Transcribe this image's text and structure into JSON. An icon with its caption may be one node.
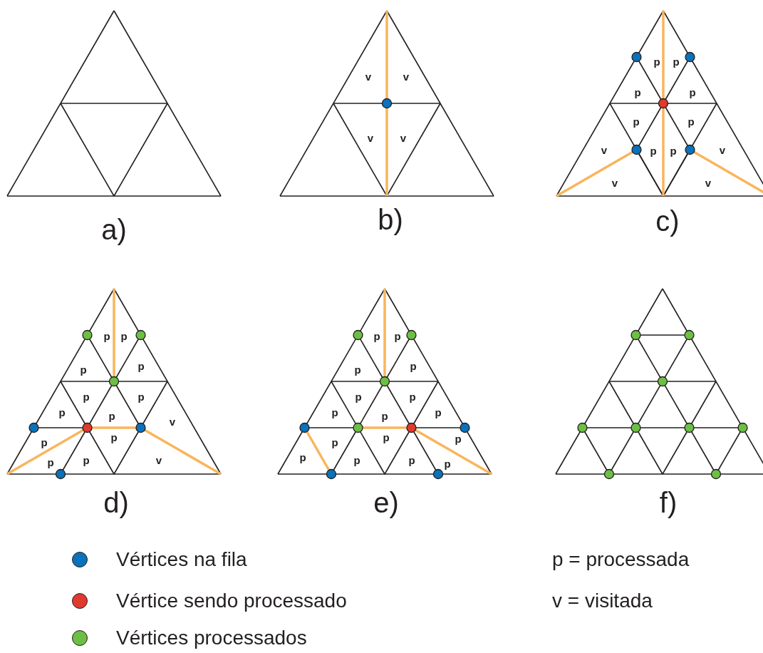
{
  "diagram": {
    "labels": [
      "v",
      "v",
      "v",
      "v",
      "p",
      "p",
      "p",
      "p",
      "p",
      "p",
      "v",
      "p",
      "p",
      "v",
      "v",
      "v",
      "a)",
      "b)",
      "c)",
      "p",
      "p",
      "p",
      "p",
      "p",
      "p",
      "p",
      "p",
      "v",
      "p",
      "p",
      "p",
      "p",
      "v",
      "p",
      "p",
      "p",
      "p",
      "p",
      "p",
      "p",
      "p",
      "p",
      "p",
      "p",
      "p",
      "p",
      "p",
      "p",
      "p",
      "d)",
      "e)",
      "f)",
      "p = processada",
      "v = visitada"
    ],
    "legend": [
      {
        "text": "Vértices na fila",
        "color": "#0a72ba"
      },
      {
        "text": "Vértice sendo processado",
        "color": "#e03a2e"
      },
      {
        "text": "Vértices processados",
        "color": "#6cbf44"
      }
    ]
  }
}
